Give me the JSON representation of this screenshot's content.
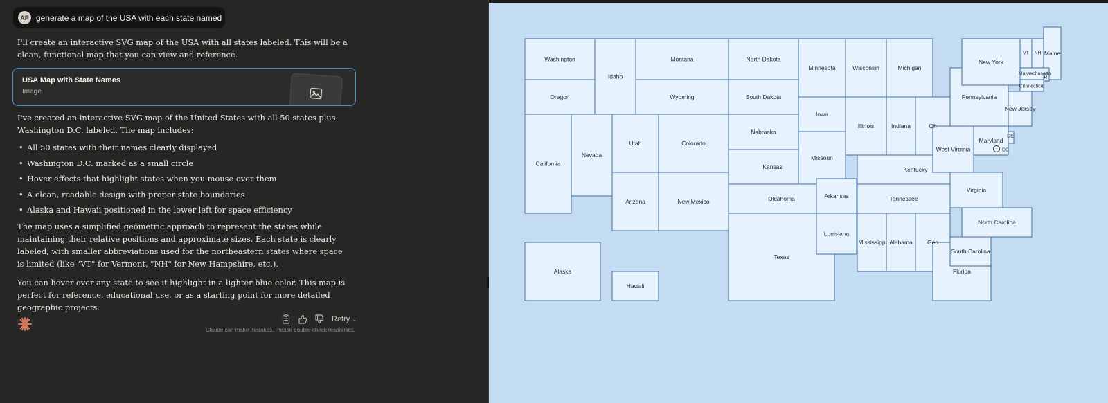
{
  "chat": {
    "user_avatar": "AP",
    "user_message": "generate a map of the USA with each state named",
    "intro": "I'll create an interactive SVG map of the USA with all states labeled. This will be a clean, functional map that you can view and reference.",
    "artifact": {
      "title": "USA Map with State Names",
      "type": "Image",
      "icon": "image-icon"
    },
    "summary": "I've created an interactive SVG map of the United States with all 50 states plus Washington D.C. labeled. The map includes:",
    "bullets": [
      "All 50 states with their names clearly displayed",
      "Washington D.C. marked as a small circle",
      "Hover effects that highlight states when you mouse over them",
      "A clean, readable design with proper state boundaries",
      "Alaska and Hawaii positioned in the lower left for space efficiency"
    ],
    "paragraph2": "The map uses a simplified geometric approach to represent the states while maintaining their relative positions and approximate sizes. Each state is clearly labeled, with smaller abbreviations used for the northeastern states where space is limited (like \"VT\" for Vermont, \"NH\" for New Hampshire, etc.).",
    "paragraph3": "You can hover over any state to see it highlight in a lighter blue color. This map is perfect for reference, educational use, or as a starting point for more detailed geographic projects.",
    "actions": {
      "copy_icon": "clipboard-icon",
      "like_icon": "thumbs-up-icon",
      "dislike_icon": "thumbs-down-icon",
      "retry_label": "Retry"
    },
    "disclaimer": "Claude can make mistakes. Please double-check responses."
  },
  "colors": {
    "state_fill": "#e6f3ff",
    "state_stroke": "#3f6ea3",
    "map_background": "#c3dcf1",
    "artifact_border": "#3a8fd8",
    "chat_background": "#262624"
  },
  "map": {
    "states": {
      "washington": "Washington",
      "oregon": "Oregon",
      "california": "California",
      "idaho": "Idaho",
      "nevada": "Nevada",
      "montana": "Montana",
      "wyoming": "Wyoming",
      "utah": "Utah",
      "colorado": "Colorado",
      "arizona": "Arizona",
      "new_mexico": "New Mexico",
      "north_dakota": "North Dakota",
      "south_dakota": "South Dakota",
      "nebraska": "Nebraska",
      "kansas": "Kansas",
      "oklahoma": "Oklahoma",
      "texas": "Texas",
      "minnesota": "Minnesota",
      "iowa": "Iowa",
      "missouri": "Missouri",
      "arkansas": "Arkansas",
      "louisiana": "Louisiana",
      "wisconsin": "Wisconsin",
      "michigan": "Michigan",
      "illinois": "Illinois",
      "indiana": "Indiana",
      "ohio": "Ohio",
      "kentucky": "Kentucky",
      "tennessee": "Tennessee",
      "mississippi": "Mississippi",
      "alabama": "Alabama",
      "georgia": "Georgia",
      "florida": "Florida",
      "south_carolina": "South Carolina",
      "north_carolina": "North Carolina",
      "virginia": "Virginia",
      "west_virginia": "West Virginia",
      "maryland": "Maryland",
      "delaware": "DE",
      "dc": "DC",
      "pennsylvania": "Pennsylvania",
      "new_jersey": "New Jersey",
      "new_york": "New York",
      "vermont": "VT",
      "new_hampshire": "NH",
      "maine": "Maine",
      "massachusetts": "Massachusetts",
      "rhode_island": "RI",
      "connecticut": "Connecticut",
      "alaska": "Alaska",
      "hawaii": "Hawaii"
    }
  }
}
